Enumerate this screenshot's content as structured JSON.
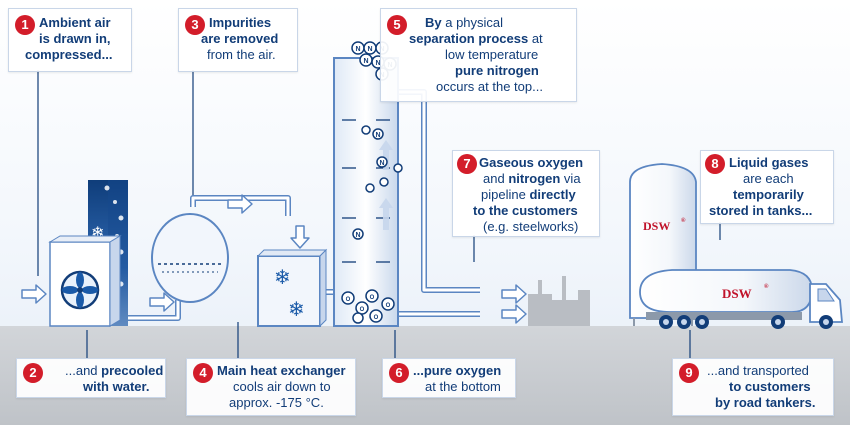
{
  "steps": [
    {
      "num": "1",
      "lines": [
        "Ambient air",
        "is drawn in,",
        "compressed..."
      ]
    },
    {
      "num": "2",
      "line1": "...and ",
      "line1b": "precooled",
      "line2": "with water."
    },
    {
      "num": "3",
      "lines": [
        "Impurities",
        "are removed"
      ],
      "line3": "from the air."
    },
    {
      "num": "4",
      "line1": "Main heat exchanger",
      "line2": "cools air down to",
      "line3": "approx. -175 °C."
    },
    {
      "num": "5",
      "l1a": "By",
      "l1b": " a physical",
      "l2a": "separation process",
      "l2b": " at",
      "l3": "low temperature",
      "l4": "pure nitrogen",
      "l5": "occurs at the top..."
    },
    {
      "num": "6",
      "line1": "...pure oxygen",
      "line2": "at the bottom"
    },
    {
      "num": "7",
      "l1": "Gaseous oxygen",
      "l2a": "and ",
      "l2b": "nitrogen",
      "l2c": " via",
      "l3a": "pipeline ",
      "l3b": "directly",
      "l4": "to the customers",
      "l5": "(e.g. steelworks)"
    },
    {
      "num": "8",
      "l1": "Liquid gases",
      "l2": "are each",
      "l3": "temporarily",
      "l4": "stored in tanks..."
    },
    {
      "num": "9",
      "l1": "...and transported",
      "l2": "to customers",
      "l3": "by road tankers."
    }
  ],
  "labels": {
    "tank_logo": "DSW",
    "truck_logo": "DSW",
    "registered": "®"
  },
  "molecules": {
    "n": "N",
    "n2": "N₂",
    "o2": "O₂"
  },
  "colors": {
    "badge": "#d31d2a",
    "text": "#123d78",
    "pipe": "#5b86c2",
    "ground": "#c9ccd0"
  }
}
